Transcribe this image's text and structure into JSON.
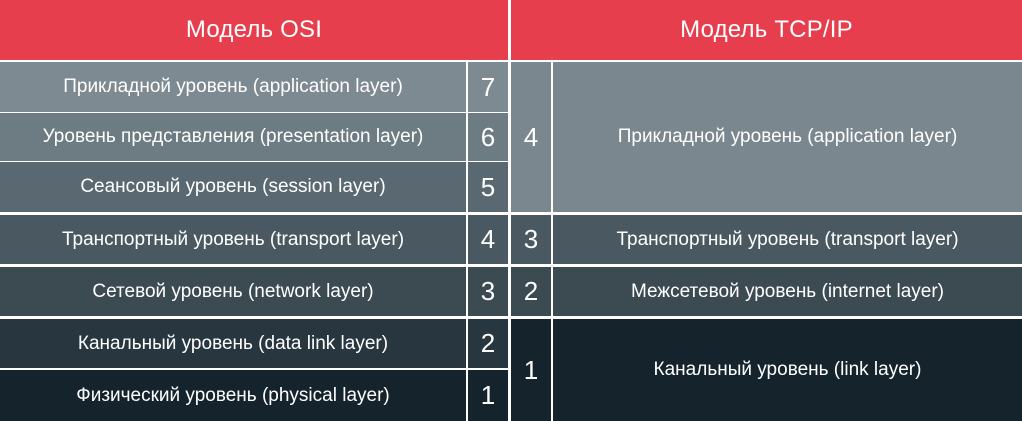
{
  "headers": {
    "osi": "Модель OSI",
    "tcpip": "Модель TCP/IP"
  },
  "osi_layers": [
    {
      "name": "Прикладной уровень (application layer)",
      "number": "7"
    },
    {
      "name": "Уровень представления (presentation layer)",
      "number": "6"
    },
    {
      "name": "Сеансовый уровень (session layer)",
      "number": "5"
    },
    {
      "name": "Транспортный уровень (transport layer)",
      "number": "4"
    },
    {
      "name": "Сетевой уровень (network layer)",
      "number": "3"
    },
    {
      "name": "Канальный уровень (data link layer)",
      "number": "2"
    },
    {
      "name": "Физический уровень (physical layer)",
      "number": "1"
    }
  ],
  "tcpip_layers": [
    {
      "number": "4",
      "name": "Прикладной уровень (application layer)"
    },
    {
      "number": "3",
      "name": "Транспортный уровень (transport layer)"
    },
    {
      "number": "2",
      "name": "Межсетевой уровень (internet layer)"
    },
    {
      "number": "1",
      "name": "Канальный уровень (link layer)"
    }
  ],
  "colors": {
    "header": "#e63e4c",
    "text": "#ffffff",
    "gap": "#ffffff"
  }
}
